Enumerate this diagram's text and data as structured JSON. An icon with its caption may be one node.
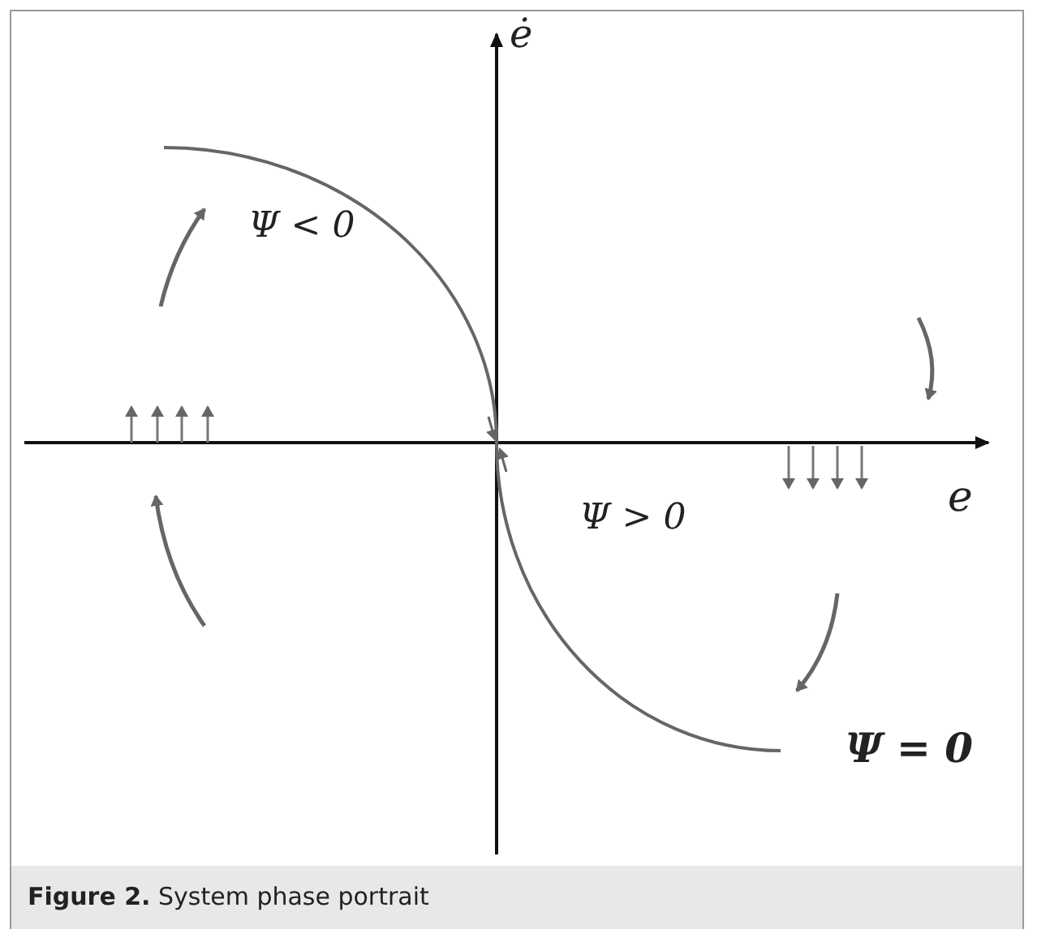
{
  "diagram": {
    "caption": "**Figure 2.** System phase portrait",
    "labels": [
      "ė",
      "e",
      "Ψ < 0",
      "Ψ > 0",
      "Ψ = 0"
    ]
  }
}
